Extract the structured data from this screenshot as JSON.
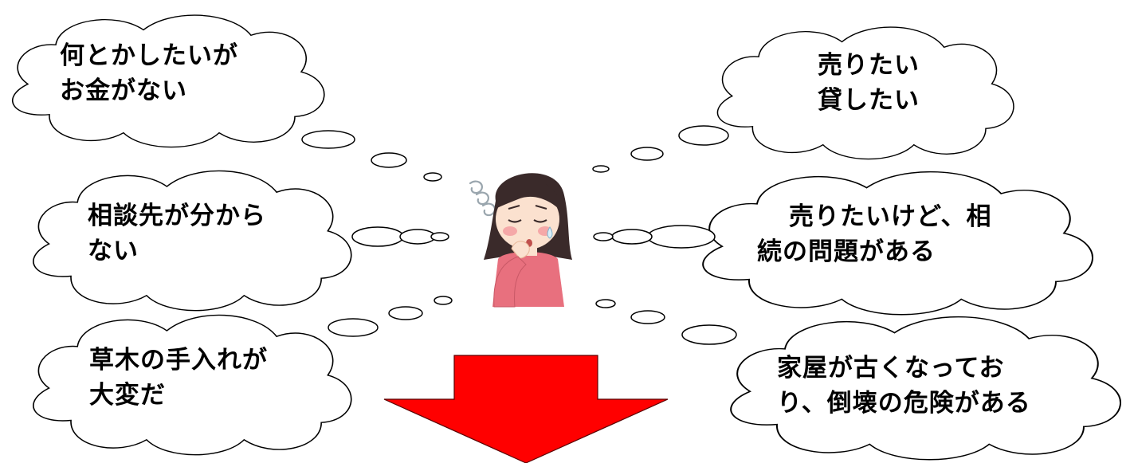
{
  "thoughts": [
    {
      "id": "money",
      "lines": [
        "何とかしたいが",
        "お金がない"
      ]
    },
    {
      "id": "sell",
      "lines": [
        "売りたい",
        "貸したい"
      ]
    },
    {
      "id": "consult",
      "lines": [
        "相談先が分から",
        "ない"
      ]
    },
    {
      "id": "inherit",
      "lines": [
        "売りたいけど、相",
        "続の問題がある"
      ]
    },
    {
      "id": "weeds",
      "lines": [
        "草木の手入れが",
        "大変だ"
      ]
    },
    {
      "id": "house",
      "lines": [
        "家屋が古くなってお",
        "り、倒壊の危険がある"
      ]
    }
  ],
  "icons": {
    "person": "worried-woman-icon",
    "dizzy": "dizzy-swirl-icon",
    "arrow": "down-arrow-icon"
  },
  "colors": {
    "arrow": "#ff0000",
    "sweater": "#e8707e",
    "hair": "#3a2a2a",
    "skin": "#fbe1cf"
  }
}
